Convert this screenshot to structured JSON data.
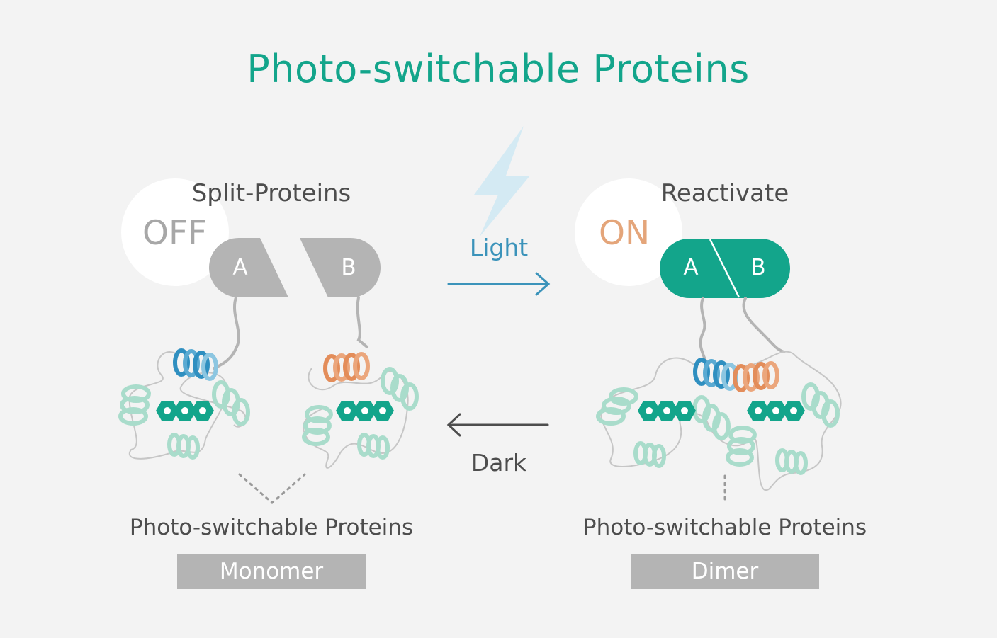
{
  "title": "Photo-switchable Proteins",
  "left": {
    "heading": "Split-Proteins",
    "state": "OFF",
    "block_a": "A",
    "block_b": "B",
    "caption": "Photo-switchable Proteins",
    "form": "Monomer"
  },
  "right": {
    "heading": "Reactivate",
    "state": "ON",
    "block_a": "A",
    "block_b": "B",
    "caption": "Photo-switchable Proteins",
    "form": "Dimer"
  },
  "transitions": {
    "forward": "Light",
    "backward": "Dark"
  },
  "colors": {
    "title": "#13a58b",
    "on_block": "#13a58b",
    "off_block": "#b4b4b4",
    "light_arrow": "#3b93ba",
    "dark_arrow": "#4d4d4d",
    "helix_blue": "#2f8fc0",
    "helix_orange": "#e38d5a",
    "helix_green": "#a9dccb",
    "chromophore": "#13a58b"
  },
  "icons": [
    "lightning-icon",
    "right-arrow-icon",
    "left-arrow-icon"
  ]
}
